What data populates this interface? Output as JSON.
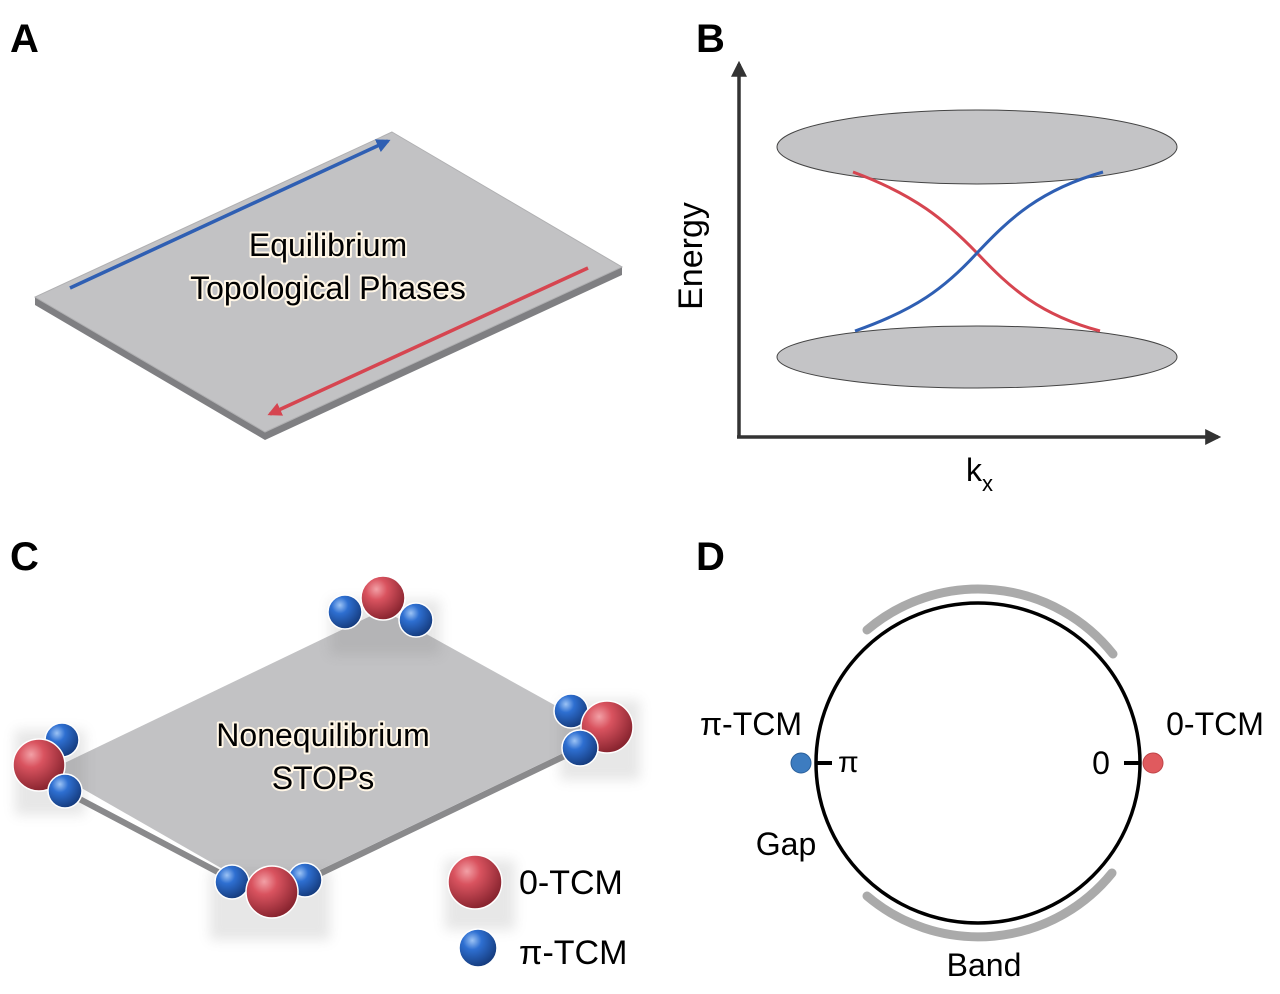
{
  "figure": {
    "panels": [
      {
        "id": "A",
        "letter": "A",
        "title_lines": [
          "Equilibrium",
          "Topological Phases"
        ],
        "edge_modes": [
          {
            "name": "upper edge mode",
            "direction": "forward",
            "color": "#2f5fb3"
          },
          {
            "name": "lower edge mode",
            "direction": "backward",
            "color": "#d64550"
          }
        ],
        "slab_color": "#c2c2c4"
      },
      {
        "id": "B",
        "letter": "B",
        "y_axis_label": "Energy",
        "x_axis_label_main": "k",
        "x_axis_label_sub": "x",
        "bands": [
          "upper bulk band",
          "lower bulk band"
        ],
        "band_fill": "#c4c4c6",
        "edge_states": [
          {
            "name": "red edge state",
            "color": "#d64550",
            "slope": "negative"
          },
          {
            "name": "blue edge state",
            "color": "#2f5fb3",
            "slope": "positive"
          }
        ]
      },
      {
        "id": "C",
        "letter": "C",
        "title_lines": [
          "Nonequilibrium",
          "STOPs"
        ],
        "corners": [
          "top",
          "right",
          "bottom",
          "left"
        ],
        "legend": [
          {
            "label": "0-TCM",
            "color": "#d9535f"
          },
          {
            "label": "π-TCM",
            "color": "#2e6fd1"
          }
        ]
      },
      {
        "id": "D",
        "letter": "D",
        "left_mode_label": "π-TCM",
        "right_mode_label": "0-TCM",
        "left_tick_label": "π",
        "right_tick_label": "0",
        "gap_label": "Gap",
        "band_label": "Band",
        "left_dot_color": "#3d7cc0",
        "right_dot_color": "#e05a5e",
        "band_arc_color": "#aaaaaa"
      }
    ]
  }
}
